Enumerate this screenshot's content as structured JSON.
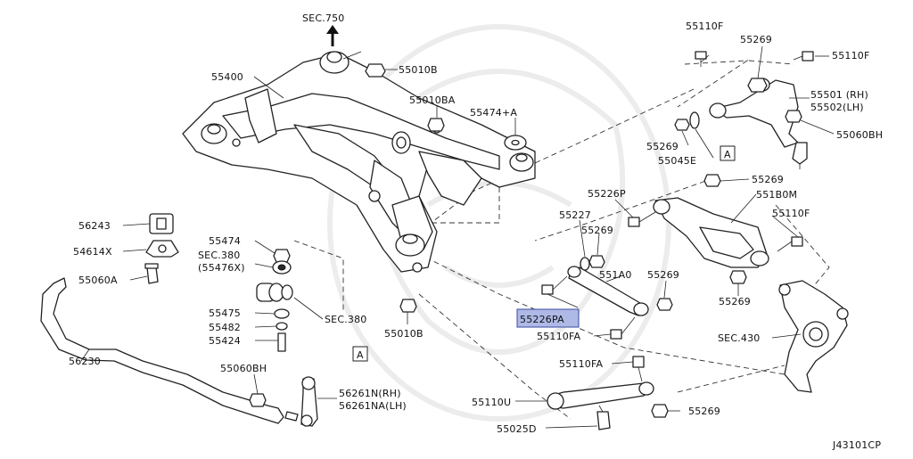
{
  "diagram": {
    "colors": {
      "highlight": "#aeb9e6",
      "line": "#222222",
      "background": "#ffffff"
    },
    "labels": {
      "sec750": "SEC.750",
      "p55400": "55400",
      "p55010B_top": "55010B",
      "p55010BA": "55010BA",
      "p55474A": "55474+A",
      "p55110F_top": "55110F",
      "p55269_top": "55269",
      "p55110F_right": "55110F",
      "p55501": "55501 (RH)",
      "p55502": "55502(LH)",
      "p55269_left": "55269",
      "p55045E": "55045E",
      "p55060BH_right": "55060BH",
      "ref_A_right": "A",
      "p55269_mid": "55269",
      "p55226P": "55226P",
      "p551B0M": "551B0M",
      "p55227": "55227",
      "p55269_b": "55269",
      "p55110F_mid": "55110F",
      "p551A0": "551A0",
      "p55269_c": "55269",
      "p55269_d": "55269",
      "p55226PA": "55226PA",
      "p55110FA_1": "55110FA",
      "sec430": "SEC.430",
      "p55110FA_2": "55110FA",
      "p55110U": "55110U",
      "p55269_e": "55269",
      "p55025D": "55025D",
      "p56243": "56243",
      "p54614X": "54614X",
      "p55060A": "55060A",
      "p56230": "56230",
      "p55474": "55474",
      "sec380_1": "SEC.380",
      "p55476X": "(55476X)",
      "p55475": "55475",
      "p55482": "55482",
      "p55424": "55424",
      "sec380_2": "SEC.380",
      "p55010B_bottom": "55010B",
      "p55060BH_left": "55060BH",
      "ref_A_left": "A",
      "p56261N": "56261N(RH)",
      "p56261NA": "56261NA(LH)",
      "drawing_code": "J43101CP"
    }
  }
}
